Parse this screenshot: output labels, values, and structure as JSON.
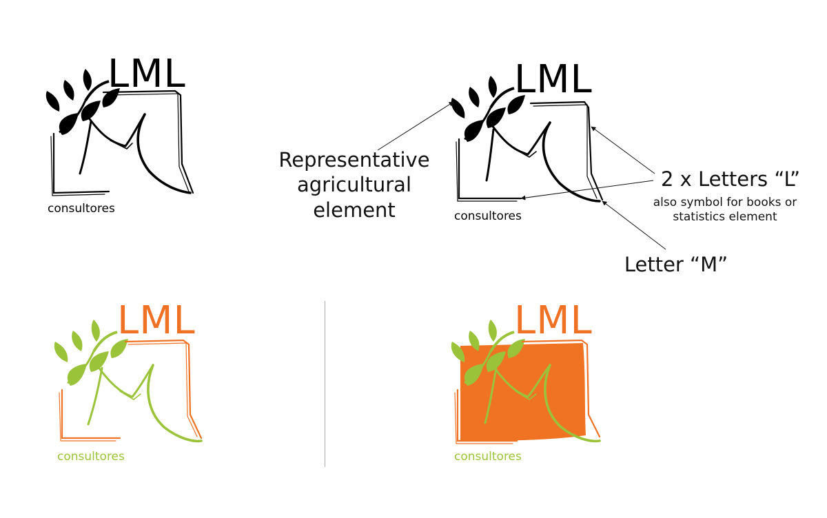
{
  "logos": {
    "brand": "LML",
    "tagline": "consultores"
  },
  "annotations": {
    "agricultural": "Representative agricultural element",
    "letters_l": "2 x Letters “L”",
    "letters_l_sub": "also symbol for books or statistics element",
    "letter_m": "Letter “M”"
  },
  "colors": {
    "black": "#000000",
    "green": "#9bc33a",
    "orange": "#ef7224",
    "fill_orange": "#f07323"
  }
}
